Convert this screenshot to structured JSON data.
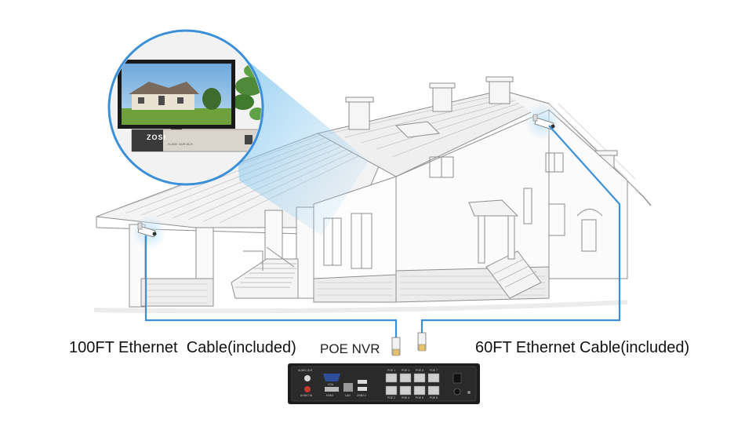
{
  "labels": {
    "left_cable": "100FT Ethernet  Cable(included)",
    "nvr": "POE NVR",
    "right_cable": "60FT Ethernet Cable(included)"
  },
  "inset": {
    "brand": "ZOSI",
    "model": "H.265+ NVR 8CH"
  },
  "nvr_panel": {
    "audio_out": "AUDIO OUT",
    "audio_in": "AUDIO IN",
    "vga": "VGA",
    "hdmi": "HDMI",
    "lan": "LAN",
    "usb": "USB2.0",
    "poe_top": [
      "POE 1",
      "POE 3",
      "POE 5",
      "POE 7"
    ],
    "poe_bottom": [
      "POE 2",
      "POE 4",
      "POE 6",
      "POE 8"
    ]
  },
  "colors": {
    "cable": "#3b8fd8",
    "highlight": "#9fd2f2",
    "sketch": "#8e8e8e",
    "nvr_body": "#1d1d1d"
  }
}
